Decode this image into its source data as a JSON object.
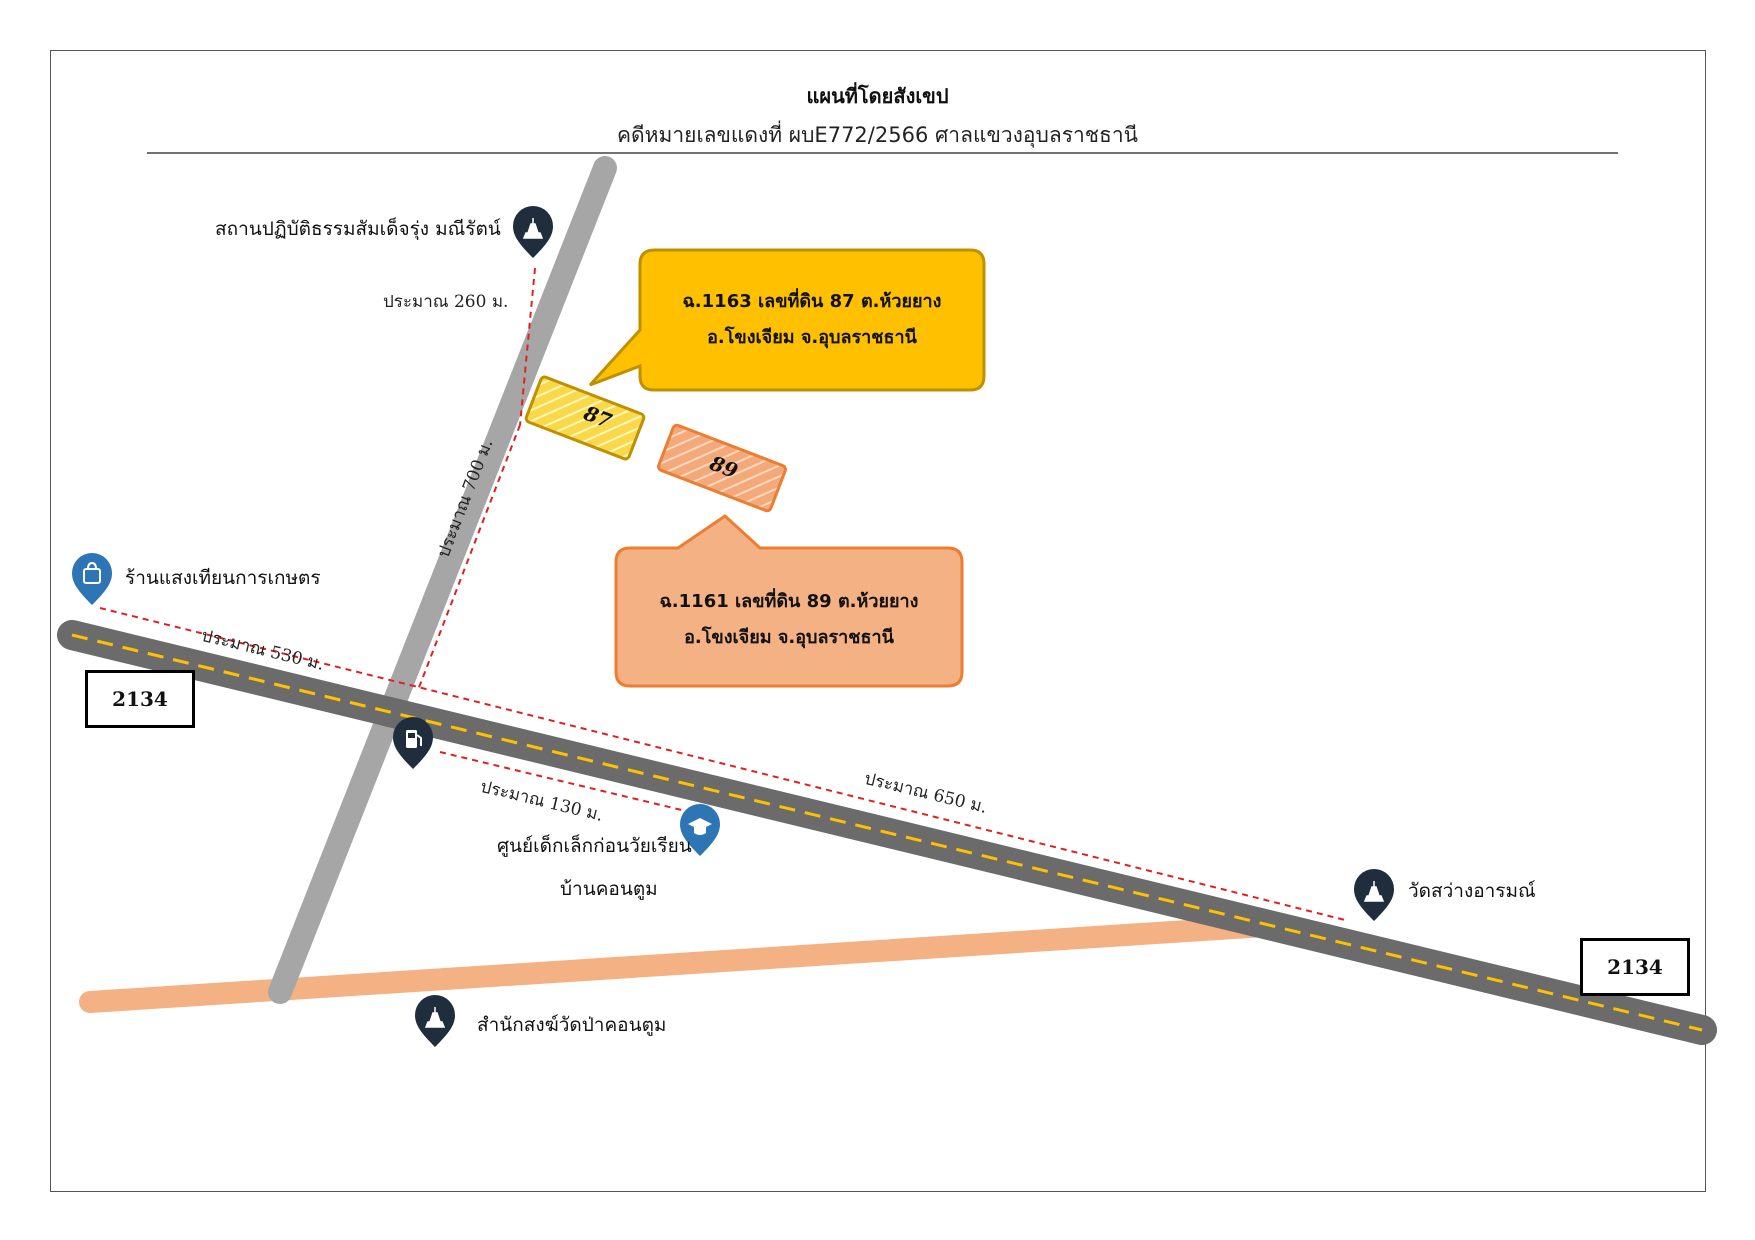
{
  "title": "แผนที่โดยสังเขป",
  "subtitle": "คดีหมายเลขแดงที่ ผบE772/2566 ศาลแขวงอุบลราชธานี",
  "parcels": [
    {
      "number": "87",
      "callout_line1": "ฉ.1163 เลขที่ดิน 87 ต.ห้วยยาง",
      "callout_line2": "อ.โขงเจียม จ.อุบลราชธานี",
      "fill": "#f9d94a",
      "callout_fill": "#ffc000",
      "callout_border": "#bf9000"
    },
    {
      "number": "89",
      "callout_line1": "ฉ.1161 เลขที่ดิน 89 ต.ห้วยยาง",
      "callout_line2": "อ.โขงเจียม จ.อุบลราชธานี",
      "fill": "#f4a97a",
      "callout_fill": "#f4b183",
      "callout_border": "#ed7d31"
    }
  ],
  "route_number": "2134",
  "landmarks": {
    "temple_north": {
      "label": "สถานปฏิบัติธรรมสัมเด็จรุ่ง มณีรัตน์",
      "icon": "temple-pin-icon"
    },
    "shop": {
      "label": "ร้านแสงเทียนการเกษตร",
      "icon": "shopping-bag-pin-icon"
    },
    "school_line1": "ศูนย์เด็กเล็กก่อนวัยเรียน",
    "school_line2": "บ้านคอนตูม",
    "temple_east": {
      "label": "วัดสว่างอารมณ์",
      "icon": "temple-pin-icon"
    },
    "temple_south": {
      "label": "สำนักสงฆ์วัดป่าคอนตูม",
      "icon": "temple-pin-icon"
    },
    "fuel": {
      "icon": "fuel-station-pin-icon"
    }
  },
  "distances": {
    "temple_north": "ประมาณ 260 ม.",
    "side_road": "ประมาณ 700 ม.",
    "shop": "ประมาณ 530 ม.",
    "school": "ประมาณ 130 ม.",
    "temple_east": "ประมาณ 650 ม."
  },
  "colors": {
    "main_road": "#6b6b6b",
    "main_road_center": "#ffc000",
    "side_road": "#a6a6a6",
    "dirt_road": "#f4b183",
    "distance_line": "#e02020",
    "pin_dark": "#1f2d3d",
    "pin_blue": "#2e75b6"
  }
}
